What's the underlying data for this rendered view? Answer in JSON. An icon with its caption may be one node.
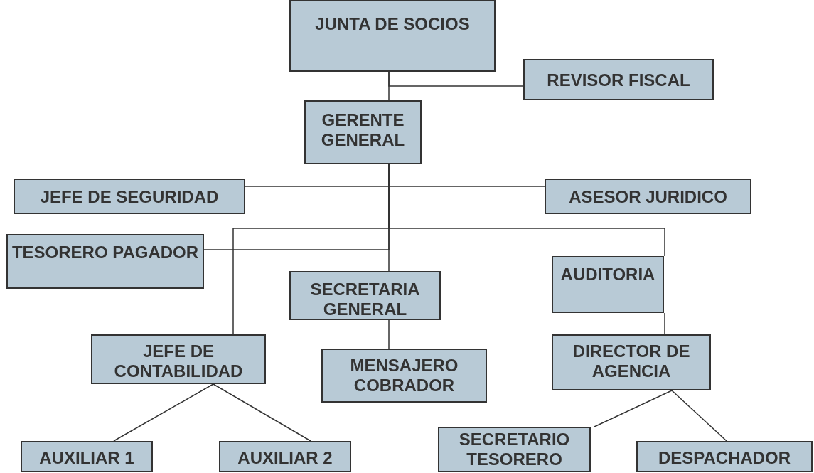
{
  "diagram": {
    "nodes": [
      {
        "text": [
          "JUNTA DE SOCIOS"
        ]
      },
      {
        "text": [
          "REVISOR FISCAL"
        ]
      },
      {
        "text": [
          "GERENTE GENERAL"
        ]
      },
      {
        "text": [
          "JEFE DE SEGURIDAD"
        ]
      },
      {
        "text": [
          "ASESOR JURIDICO"
        ]
      },
      {
        "text": [
          "TESORERO PAGADOR"
        ]
      },
      {
        "text": [
          "SECRETARIA GENERAL"
        ]
      },
      {
        "text": [
          "AUDITORIA"
        ]
      },
      {
        "text": [
          "JEFE DE CONTABILIDAD"
        ]
      },
      {
        "text": [
          "MENSAJERO COBRADOR"
        ]
      },
      {
        "text": [
          "DIRECTOR DE AGENCIA"
        ]
      },
      {
        "text": [
          "AUXILIAR 1"
        ]
      },
      {
        "text": [
          "AUXILIAR 2"
        ]
      },
      {
        "text": [
          "SECRETARIO TESORERO"
        ]
      },
      {
        "text": [
          "DESPACHADOR"
        ]
      }
    ],
    "edges": [
      {
        "from": 0,
        "to": 2,
        "arrow": "none"
      },
      {
        "from": 0,
        "to": 1,
        "arrow": "none"
      },
      {
        "from": 2,
        "to": 3,
        "arrow": "none"
      },
      {
        "from": 2,
        "to": 4,
        "arrow": "none"
      },
      {
        "from": 2,
        "to": 5,
        "arrow": "none"
      },
      {
        "from": 2,
        "to": 6,
        "arrow": "none"
      },
      {
        "from": 2,
        "to": 8,
        "arrow": "none"
      },
      {
        "from": 2,
        "to": 7,
        "arrow": "none"
      },
      {
        "from": 6,
        "to": 9,
        "arrow": "none"
      },
      {
        "from": 7,
        "to": 10,
        "arrow": "none"
      },
      {
        "from": 8,
        "to": 11,
        "arrow": "none"
      },
      {
        "from": 8,
        "to": 12,
        "arrow": "none"
      },
      {
        "from": 10,
        "to": 13,
        "arrow": "none"
      },
      {
        "from": 10,
        "to": 14,
        "arrow": "none"
      }
    ]
  }
}
